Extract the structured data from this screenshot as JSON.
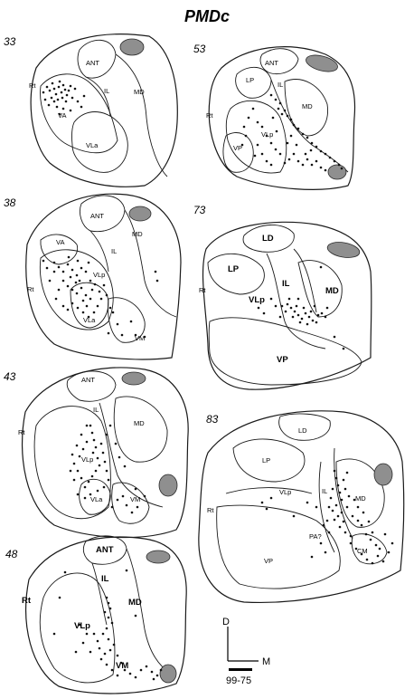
{
  "title": "PMDc",
  "sections": [
    {
      "id": "s33",
      "number": "33",
      "labels": [
        "ANT",
        "IL",
        "MD",
        "Rt",
        "VA",
        "VLa"
      ]
    },
    {
      "id": "s53",
      "number": "53",
      "labels": [
        "ANT",
        "LP",
        "IL",
        "MD",
        "Rt",
        "VLp",
        "VP"
      ]
    },
    {
      "id": "s38",
      "number": "38",
      "labels": [
        "ANT",
        "IL",
        "MD",
        "VA",
        "VLp",
        "Rt",
        "VLa",
        "VM"
      ]
    },
    {
      "id": "s73",
      "number": "73",
      "labels": [
        "LD",
        "LP",
        "Rt",
        "IL",
        "MD",
        "VLp",
        "VP"
      ]
    },
    {
      "id": "s43",
      "number": "43",
      "labels": [
        "ANT",
        "IL",
        "MD",
        "Rt",
        "VLp",
        "VLa",
        "VM"
      ]
    },
    {
      "id": "s83",
      "number": "83",
      "labels": [
        "LD",
        "LP",
        "Rt",
        "VLp",
        "IL",
        "MD",
        "PA?",
        "VP",
        "CM"
      ]
    },
    {
      "id": "s48",
      "number": "48",
      "labels": [
        "ANT",
        "IL",
        "MD",
        "Rt",
        "VLp",
        "VM"
      ]
    }
  ],
  "axes": {
    "dorsal": "D",
    "medial": "M",
    "case_id": "99-75"
  }
}
